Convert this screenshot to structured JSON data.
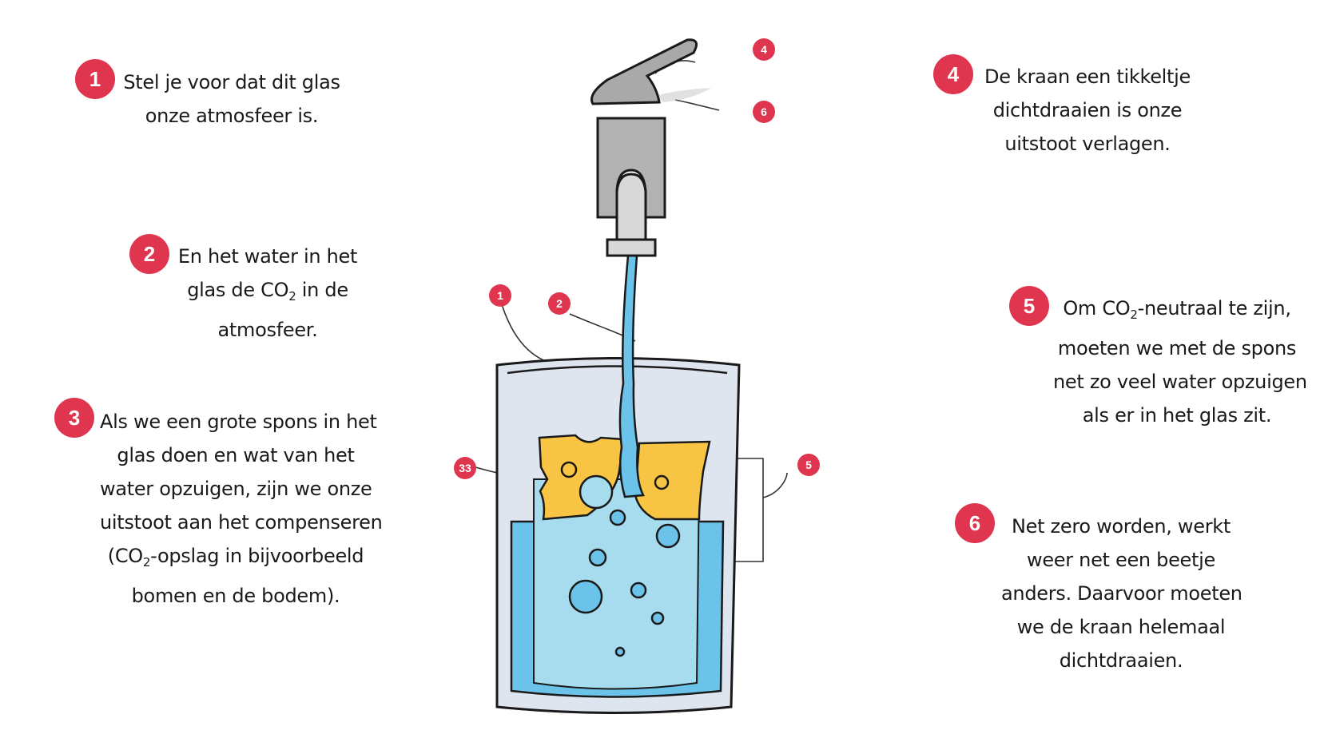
{
  "accent": "#e0354f",
  "water_color": "#6cc3ea",
  "sponge_color": "#f7c444",
  "steps": [
    {
      "number": "1",
      "lines": [
        "Stel je voor dat dit glas",
        "onze atmosfeer is."
      ]
    },
    {
      "number": "2",
      "lines": [
        "En het water in het",
        "glas de CO",
        "2",
        " in de",
        "atmosfeer."
      ]
    },
    {
      "number": "3",
      "lines": [
        "Als we een grote spons in het",
        "glas doen en wat van het",
        "water opzuigen, zijn we onze",
        "uitstoot aan het compenseren",
        "(CO",
        "2",
        "-opslag in bijvoorbeeld",
        "bomen en de bodem)."
      ]
    },
    {
      "number": "4",
      "lines": [
        "De kraan een tikkeltje",
        "dichtdraaien is onze",
        "uitstoot verlagen."
      ]
    },
    {
      "number": "5",
      "lines": [
        "Om CO",
        "2",
        "-neutraal te zijn,",
        "moeten we met de spons",
        "net zo veel water opzuigen",
        "als er in het glas zit."
      ]
    },
    {
      "number": "6",
      "lines": [
        "Net zero worden, werkt",
        "weer net een beetje",
        "anders. Daarvoor moeten",
        "we de kraan helemaal",
        "dichtdraaien."
      ]
    }
  ],
  "markers": [
    "1",
    "2",
    "33",
    "4",
    "5",
    "6"
  ]
}
